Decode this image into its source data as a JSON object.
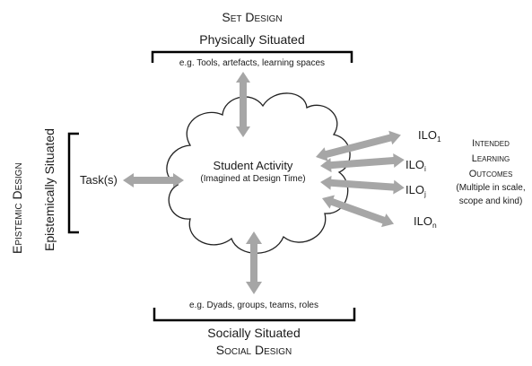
{
  "set_design": {
    "title": "Set Design",
    "subtitle": "Physically Situated",
    "examples": "e.g. Tools, artefacts, learning spaces"
  },
  "social_design": {
    "title": "Social Design",
    "subtitle": "Socially Situated",
    "examples": "e.g. Dyads, groups, teams, roles"
  },
  "epistemic_design": {
    "title": "Epistemic Design",
    "subtitle": "Epistemically Situated",
    "task": "Task(s)"
  },
  "center": {
    "title": "Student Activity",
    "subtitle": "(Imagined at Design Time)"
  },
  "outcomes": {
    "ilo_prefix": "ILO",
    "items": [
      {
        "sub": "1"
      },
      {
        "sub": "i"
      },
      {
        "sub": "j"
      },
      {
        "sub": "n"
      }
    ],
    "heading_lines": [
      "Intended",
      "Learning",
      "Outcomes"
    ],
    "note_lines": [
      "(Multiple in scale,",
      "scope and kind)"
    ]
  },
  "colors": {
    "arrow": "#a6a6a6",
    "bracket": "#000000",
    "cloud_stroke": "#222222",
    "text": "#1a1a1a"
  }
}
